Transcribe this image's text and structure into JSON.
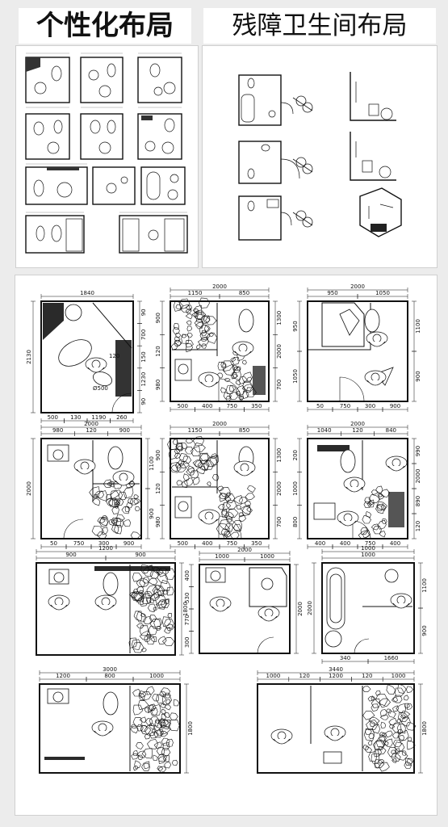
{
  "titles": {
    "left": "个性化布局",
    "right": "残障卫生间布局"
  },
  "plans": [
    {
      "top": [
        "1840"
      ],
      "bottom": [
        "500",
        "130",
        "1190",
        "260"
      ],
      "left": [
        "2130"
      ],
      "right": [
        "90",
        "700",
        "150",
        "1230",
        "90"
      ],
      "extra": [
        "120",
        "Ø500"
      ]
    },
    {
      "top": [
        "2000",
        "1150",
        "850"
      ],
      "bottom": [
        "500",
        "400",
        "750",
        "350"
      ],
      "left": [
        "900",
        "120",
        "980"
      ],
      "right": [
        "1300",
        "2000",
        "700"
      ]
    },
    {
      "top": [
        "2000",
        "950",
        "1050"
      ],
      "bottom": [
        "50",
        "750",
        "300",
        "900"
      ],
      "left": [
        "950",
        "1050"
      ],
      "right": [
        "1100",
        "900"
      ]
    },
    {
      "top": [
        "2000",
        "980",
        "120",
        "900"
      ],
      "bottom": [
        "50",
        "750",
        "300",
        "900"
      ],
      "left": [
        "2000"
      ],
      "right": [
        "1100",
        "900"
      ]
    },
    {
      "top": [
        "2000",
        "1150",
        "850"
      ],
      "bottom": [
        "500",
        "400",
        "750",
        "350"
      ],
      "left": [
        "900",
        "120",
        "980"
      ],
      "right": [
        "1300",
        "2000",
        "700"
      ]
    },
    {
      "top": [
        "2000",
        "1040",
        "120",
        "840"
      ],
      "bottom": [
        "400",
        "400",
        "750",
        "400"
      ],
      "left": [
        "200",
        "1000",
        "800"
      ],
      "right": [
        "990",
        "2000",
        "890",
        "120"
      ]
    },
    {
      "top": [
        "1200",
        "900",
        "900"
      ],
      "bottom": [],
      "left": [],
      "right": [
        "1800"
      ]
    },
    {
      "top": [
        "2000",
        "1000",
        "1000"
      ],
      "bottom": [],
      "left": [
        "400",
        "530",
        "770",
        "300"
      ],
      "right": [
        "2000"
      ]
    },
    {
      "top": [
        "1000",
        "1000"
      ],
      "bottom": [
        "340",
        "1660"
      ],
      "left": [
        "2000"
      ],
      "right": [
        "1100",
        "900"
      ]
    },
    {
      "top": [
        "3000",
        "1200",
        "800",
        "1000"
      ],
      "bottom": [],
      "left": [],
      "right": [
        "1800"
      ]
    },
    {
      "top": [
        "3440",
        "1000",
        "120",
        "1200",
        "120",
        "1000"
      ],
      "bottom": [],
      "left": [],
      "right": [
        "1800"
      ]
    }
  ]
}
